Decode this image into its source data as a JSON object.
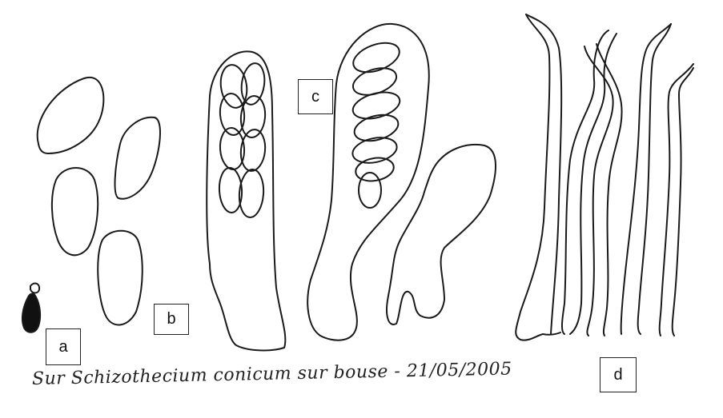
{
  "labels": {
    "a": "a",
    "b": "b",
    "c": "c",
    "d": "d"
  },
  "caption": "Sur Schizothecium conicum sur bouse - 21/05/2005",
  "colors": {
    "ink": "#1a1a1a",
    "paper": "#ffffff"
  }
}
